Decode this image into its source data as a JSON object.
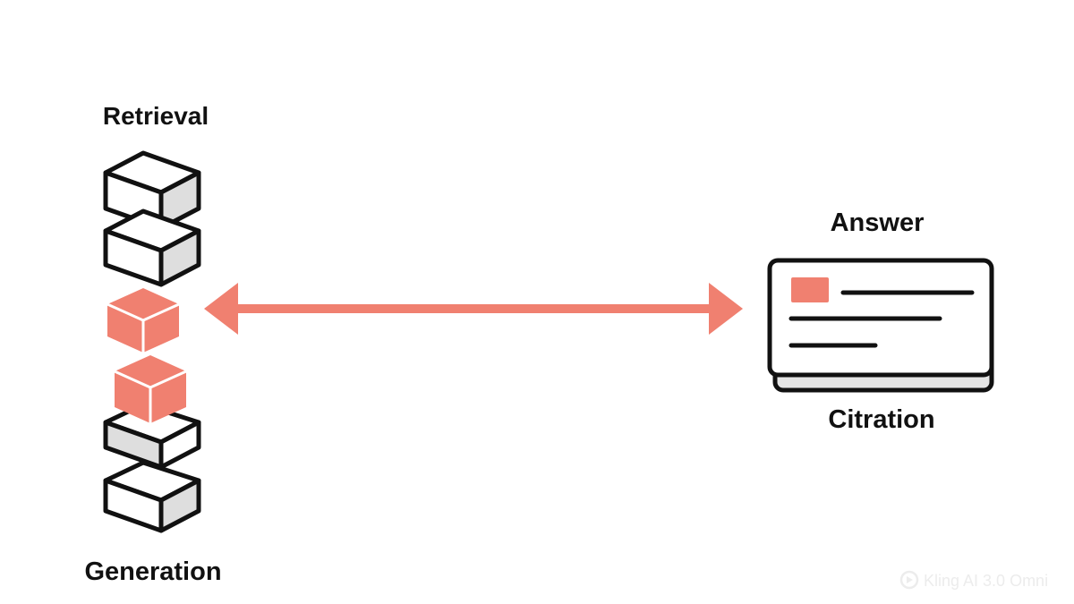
{
  "labels": {
    "retrieval": "Retrieval",
    "generation": "Generation",
    "answer": "Answer",
    "citation": "Citration"
  },
  "watermark": "Kling AI 3.0 Omni",
  "icons": {
    "block_stack": "stacked-blocks-icon",
    "arrow": "double-headed-arrow-icon",
    "card": "answer-card-icon",
    "watermark_logo": "spark-logo-icon"
  },
  "colors": {
    "accent": "#f08070",
    "stroke": "#111111",
    "shade": "#dedede",
    "background": "#ffffff"
  }
}
